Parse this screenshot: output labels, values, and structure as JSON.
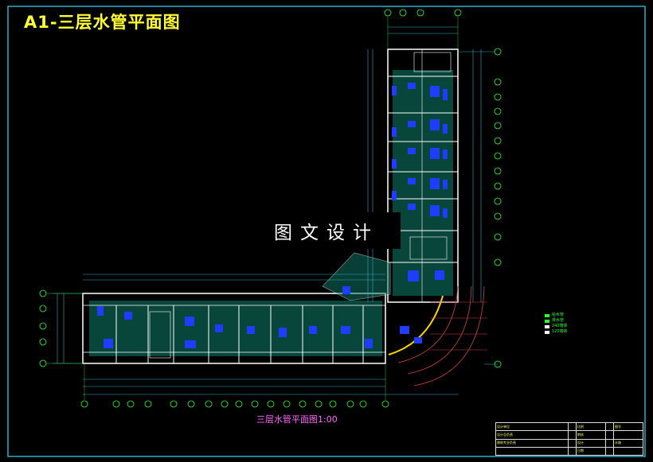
{
  "title": "A1-三层水管平面图",
  "watermark": "图文设计",
  "plan_label": "三层水管平面图1:00",
  "legend": [
    {
      "label": "给水管",
      "color": "#2cff2c"
    },
    {
      "label": "排水管",
      "color": "#2cff2c"
    },
    {
      "label": "240墙体",
      "color": "#ffffff"
    },
    {
      "label": "120墙体",
      "color": "#ffffff"
    }
  ],
  "title_block": {
    "rows": [
      [
        "设计单位",
        "",
        "比例",
        "",
        "图号"
      ],
      [
        "设计总负责",
        "",
        "审核",
        "",
        ""
      ],
      [
        "建筑专业负责",
        "",
        "设计",
        "",
        "水施"
      ],
      [
        "",
        "",
        "日期",
        "",
        ""
      ]
    ]
  },
  "colors": {
    "bg": "#000000",
    "frame": "#2cb0c8",
    "pipe": "#17a58a",
    "fixture": "#1f3dff",
    "wall": "#ffffff",
    "axis": "#2cff2c",
    "dim": "#2cb0c8"
  }
}
